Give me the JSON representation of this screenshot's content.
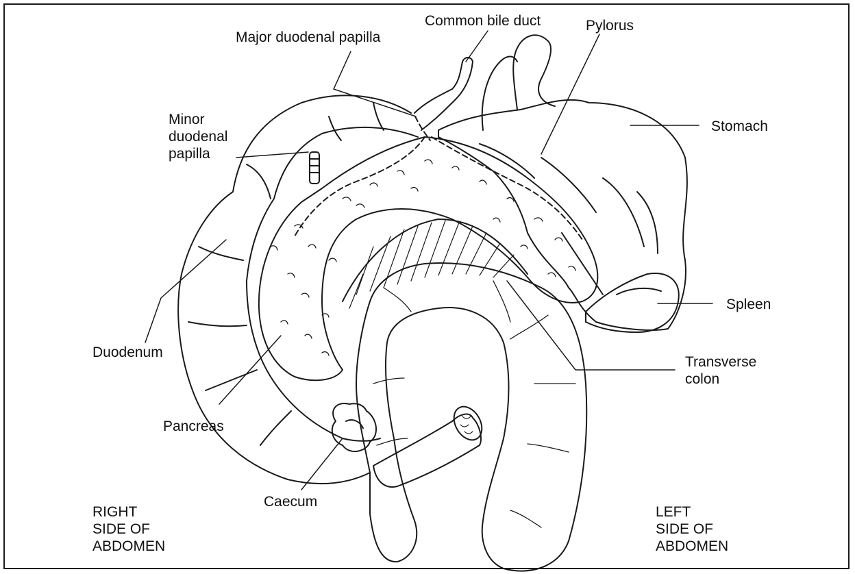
{
  "labels": {
    "common_bile_duct": "Common bile duct",
    "major_duodenal_papilla": "Major duodenal papilla",
    "pylorus": "Pylorus",
    "stomach": "Stomach",
    "minor_duodenal_papilla": "Minor\nduodenal\npapilla",
    "spleen": "Spleen",
    "duodenum": "Duodenum",
    "transverse_colon": "Transverse\ncolon",
    "pancreas": "Pancreas",
    "caecum": "Caecum",
    "right_side": "RIGHT\nSIDE OF\nABDOMEN",
    "left_side": "LEFT\nSIDE OF\nABDOMEN"
  },
  "colors": {
    "ink": "#1a1a1a",
    "paper": "#ffffff"
  }
}
